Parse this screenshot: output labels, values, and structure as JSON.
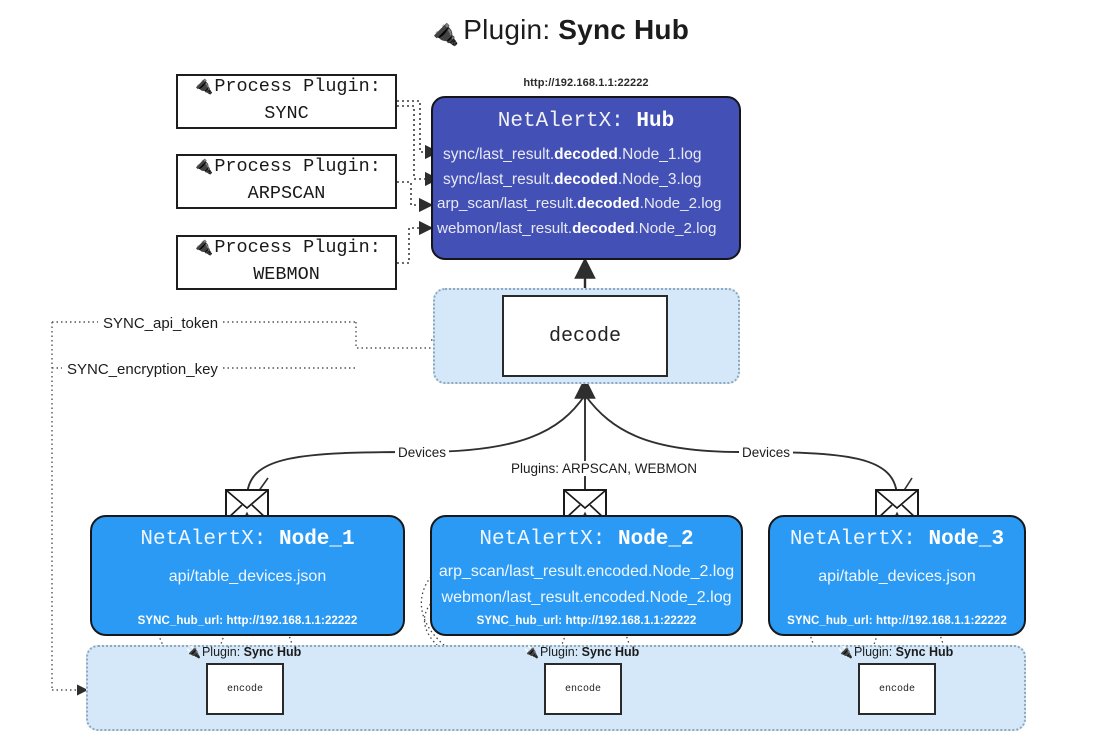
{
  "title": {
    "icon": "plug-icon",
    "prefix": "Plugin:",
    "name": "Sync Hub"
  },
  "process_plugins": [
    {
      "icon": "plug-icon",
      "line1": "Process Plugin:",
      "line2": "SYNC"
    },
    {
      "icon": "plug-icon",
      "line1": "Process Plugin:",
      "line2": "ARPSCAN"
    },
    {
      "icon": "plug-icon",
      "line1": "Process Plugin:",
      "line2": "WEBMON"
    }
  ],
  "hub": {
    "url": "http://192.168.1.1:22222",
    "title_prefix": "NetAlertX:",
    "title_name": "Hub",
    "logs": [
      {
        "pre": "sync/last_result.",
        "em": "decoded",
        "post": ".Node_1.log"
      },
      {
        "pre": "sync/last_result.",
        "em": "decoded",
        "post": ".Node_3.log"
      },
      {
        "pre": "arp_scan/last_result.",
        "em": "decoded",
        "post": ".Node_2.log"
      },
      {
        "pre": "webmon/last_result.",
        "em": "decoded",
        "post": ".Node_2.log"
      }
    ]
  },
  "decode": {
    "label": "decode"
  },
  "secrets": [
    {
      "label": "SYNC_api_token"
    },
    {
      "label": "SYNC_encryption_key"
    }
  ],
  "connector_labels": {
    "devices_left": "Devices",
    "devices_right": "Devices",
    "plugins_center": "Plugins: ARPSCAN, WEBMON"
  },
  "nodes": [
    {
      "title_prefix": "NetAlertX:",
      "title_name": "Node_1",
      "lines": [
        "api/table_devices.json"
      ],
      "footer_key": "SYNC_hub_url:",
      "footer_value": "http://192.168.1.1:22222",
      "envelope_icon": "envelope-icon"
    },
    {
      "title_prefix": "NetAlertX:",
      "title_name": "Node_2",
      "lines": [
        "arp_scan/last_result.encoded.Node_2.log",
        "webmon/last_result.encoded.Node_2.log"
      ],
      "footer_key": "SYNC_hub_url:",
      "footer_value": "http://192.168.1.1:22222",
      "envelope_icon": "envelope-icon"
    },
    {
      "title_prefix": "NetAlertX:",
      "title_name": "Node_3",
      "lines": [
        "api/table_devices.json"
      ],
      "footer_key": "SYNC_hub_url:",
      "footer_value": "http://192.168.1.1:22222",
      "envelope_icon": "envelope-icon"
    }
  ],
  "sync_hub_plugins": [
    {
      "icon": "plug-icon",
      "prefix": "Plugin:",
      "name": "Sync Hub",
      "action": "encode"
    },
    {
      "icon": "plug-icon",
      "prefix": "Plugin:",
      "name": "Sync Hub",
      "action": "encode"
    },
    {
      "icon": "plug-icon",
      "prefix": "Plugin:",
      "name": "Sync Hub",
      "action": "encode"
    }
  ],
  "colors": {
    "hub_fill": "#4350b5",
    "node_fill": "#2b9af5",
    "container_fill": "#d4e8f9",
    "stroke": "#1a1a1a",
    "page_bg": "#ffffff"
  }
}
